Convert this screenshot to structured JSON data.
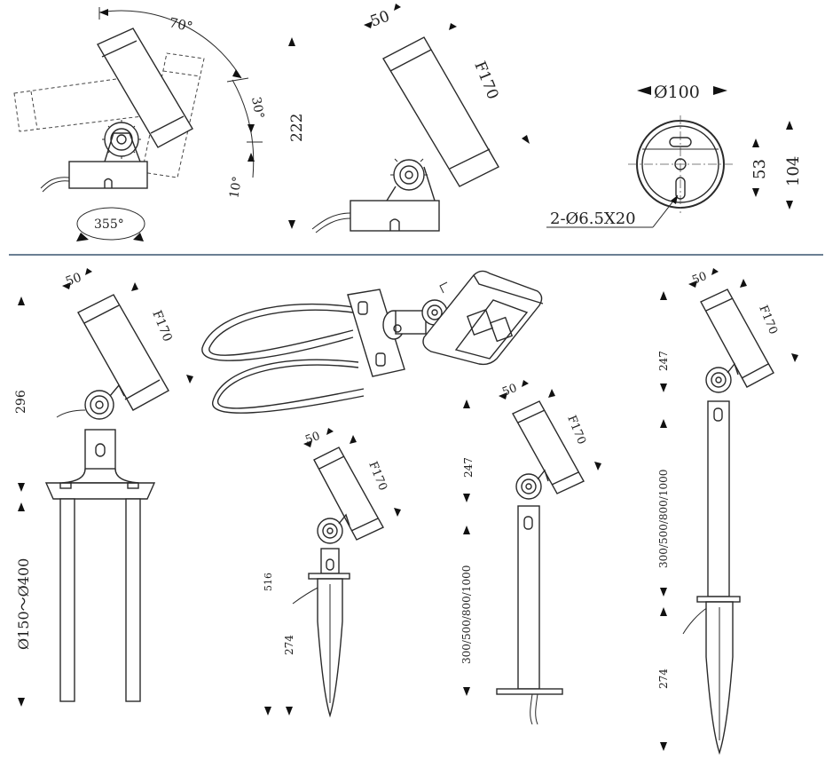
{
  "colors": {
    "line": "#2a2a2a",
    "separator": "#6a7f93",
    "background": "#ffffff"
  },
  "top": {
    "rotation": {
      "tilt_range": "70°",
      "down_tilt": "10°",
      "up_tilt": "30°",
      "swivel": "355°"
    },
    "side": {
      "width": "50",
      "length": "F170",
      "height": "222"
    },
    "base": {
      "diameter": "Ø100",
      "slot_spacing": "53",
      "height": "104",
      "holes": "2-Ø6.5X20"
    }
  },
  "bottom": {
    "twin_spike": {
      "width": "50",
      "length": "F170",
      "head_height": "296",
      "spread": "Ø150～Ø400"
    },
    "short_spike": {
      "width": "50",
      "length": "F170",
      "flange": "516",
      "spike": "274"
    },
    "plate_stake": {
      "width": "50",
      "length": "F170",
      "head_height": "247",
      "stake": "300/500/800/1000"
    },
    "long_spike": {
      "width": "50",
      "length": "F170",
      "head_height": "247",
      "stake": "300/500/800/1000",
      "spike": "274"
    }
  }
}
